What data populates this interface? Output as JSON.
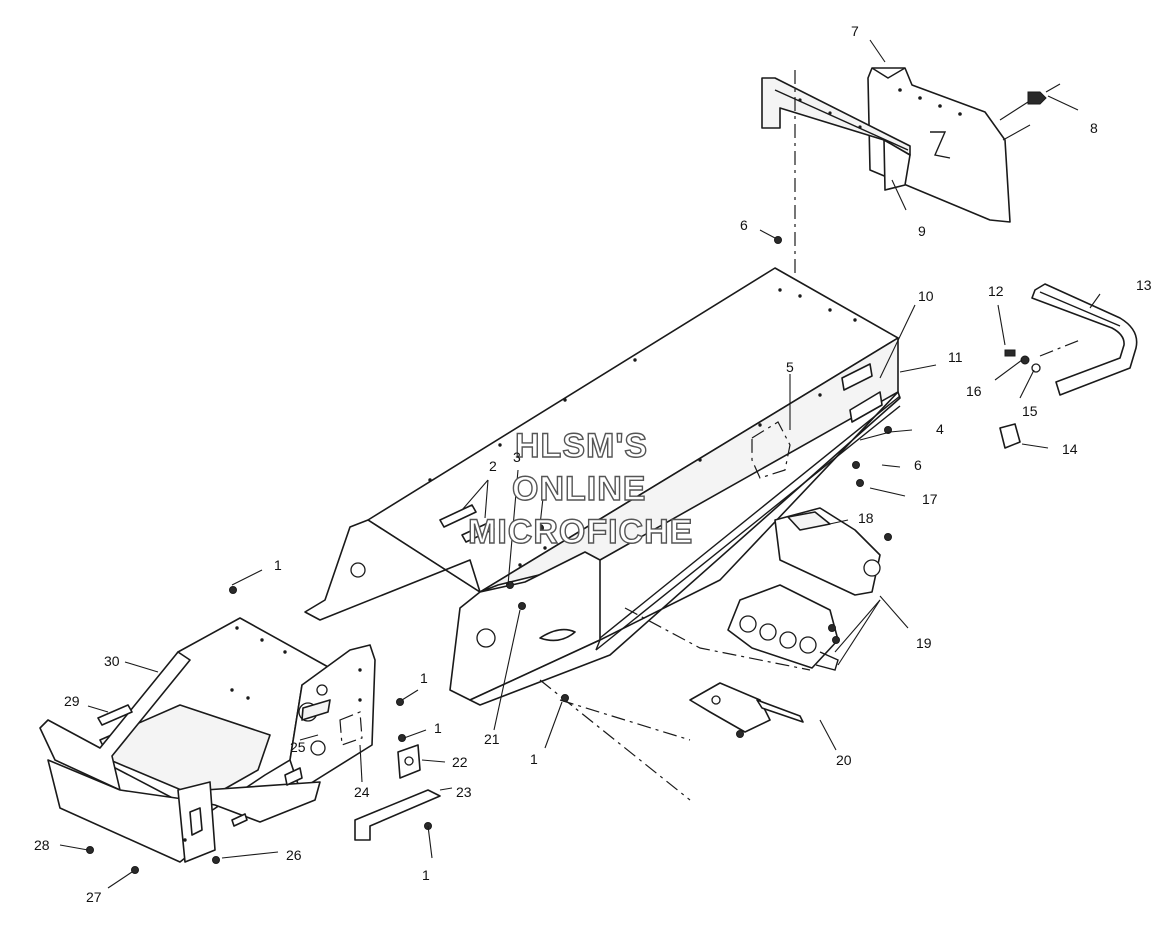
{
  "watermark": {
    "line1": "HLSM'S",
    "line2": "ONLINE",
    "line3": "MICROFICHE"
  },
  "callouts": {
    "c1a": "1",
    "c1b": "1",
    "c1c": "1",
    "c1d": "1",
    "c1e": "1",
    "c2": "2",
    "c3": "3",
    "c4": "4",
    "c5": "5",
    "c6a": "6",
    "c6b": "6",
    "c7": "7",
    "c8": "8",
    "c9": "9",
    "c10": "10",
    "c11": "11",
    "c12": "12",
    "c13": "13",
    "c14": "14",
    "c15": "15",
    "c16": "16",
    "c17": "17",
    "c18": "18",
    "c19": "19",
    "c20": "20",
    "c21": "21",
    "c22": "22",
    "c23": "23",
    "c24": "24",
    "c25": "25",
    "c26": "26",
    "c27": "27",
    "c28": "28",
    "c29": "29",
    "c30": "30"
  }
}
